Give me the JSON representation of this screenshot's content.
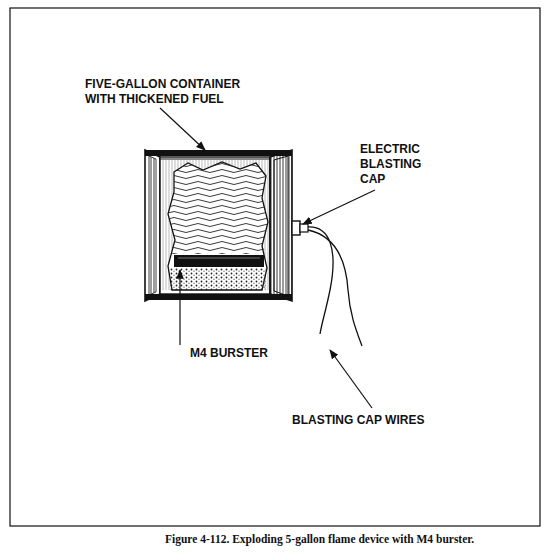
{
  "diagram": {
    "caption": "Figure 4-112. Exploding 5-gallon flame device with M4 burster.",
    "labels": [
      "FIVE-GALLON CONTAINER WITH THICKENED FUEL",
      "ELECTRIC BLASTING CAP",
      "M4 BURSTER",
      "BLASTING CAP WIRES"
    ]
  }
}
